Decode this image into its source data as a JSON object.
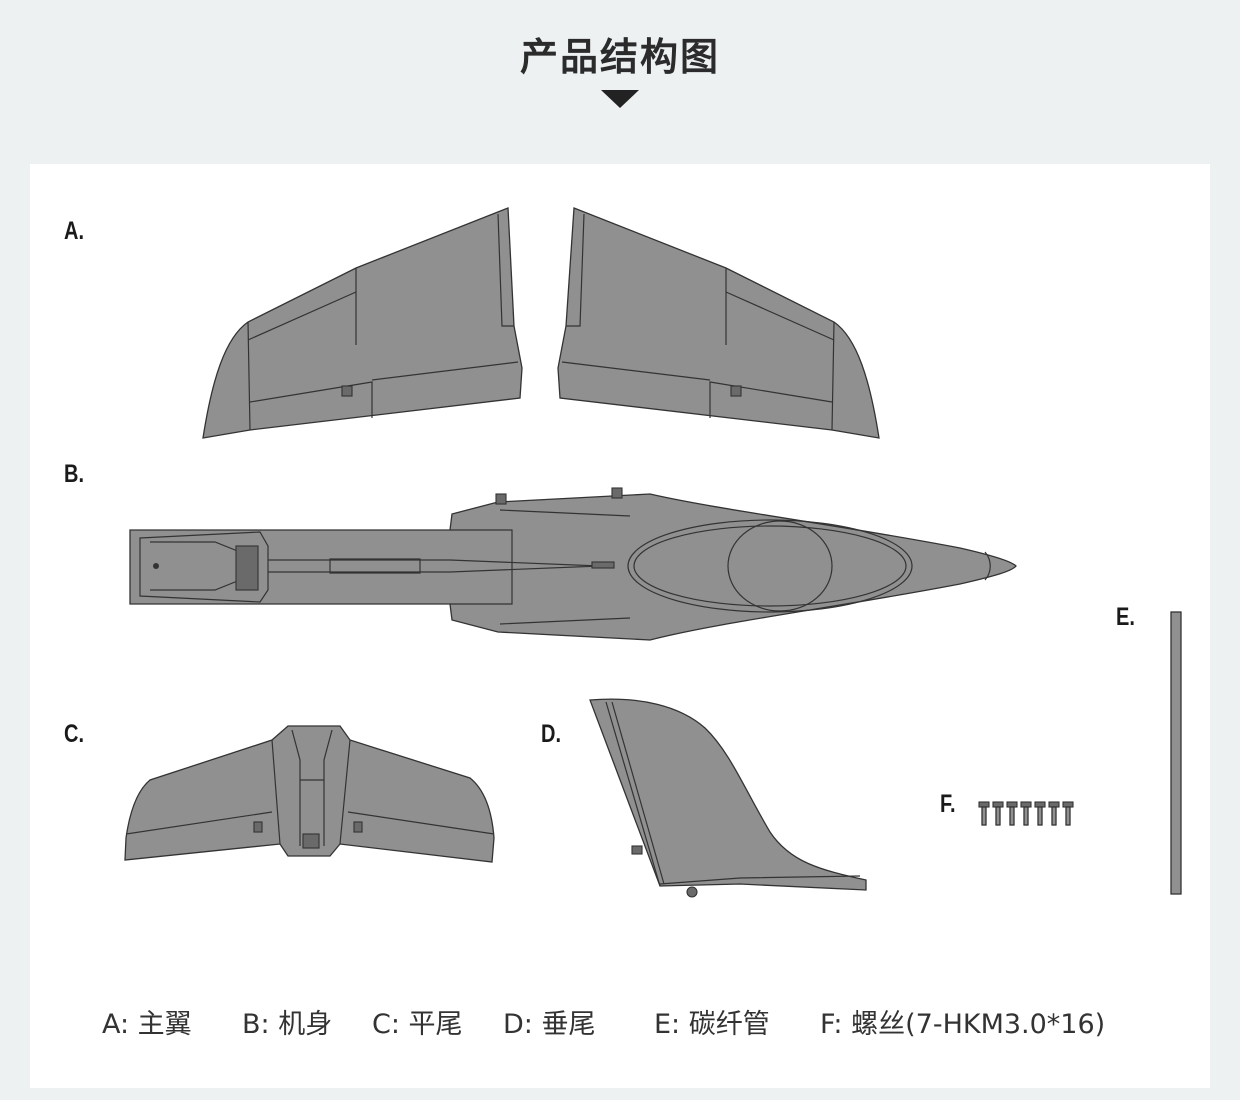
{
  "header": {
    "title": "产品结构图"
  },
  "parts": {
    "a": {
      "letter": "A."
    },
    "b": {
      "letter": "B."
    },
    "c": {
      "letter": "C."
    },
    "d": {
      "letter": "D."
    },
    "e": {
      "letter": "E."
    },
    "f": {
      "letter": "F."
    }
  },
  "legend": [
    {
      "text": "A: 主翼"
    },
    {
      "text": "B: 机身"
    },
    {
      "text": "C: 平尾"
    },
    {
      "text": "D: 垂尾"
    },
    {
      "text": "E: 碳纤管"
    },
    {
      "text": "F: 螺丝(7-HKM3.0*16)"
    }
  ],
  "colors": {
    "part_fill": "#909090",
    "outline": "#333333",
    "background": "#eef1f2",
    "panel": "#ffffff"
  }
}
